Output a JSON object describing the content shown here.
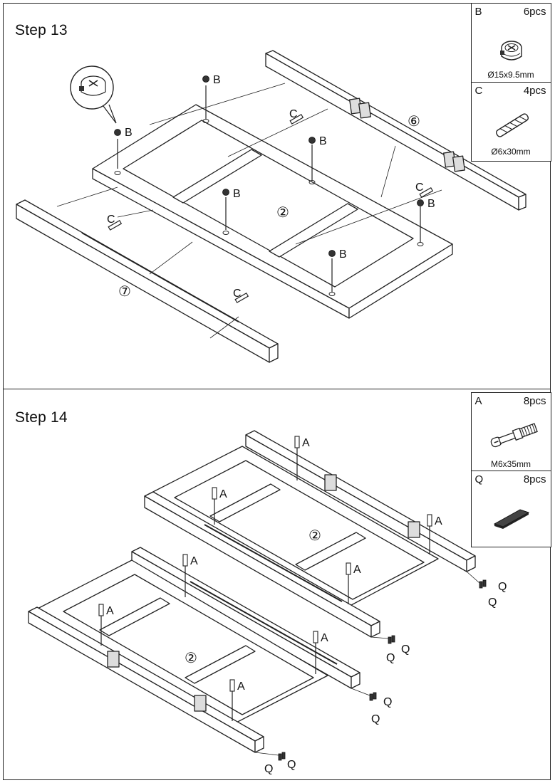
{
  "step13": {
    "title": "Step 13",
    "parts": [
      {
        "letter": "B",
        "qty": "6pcs",
        "size": "Ø15x9.5mm",
        "icon": "cam-lock-icon"
      },
      {
        "letter": "C",
        "qty": "4pcs",
        "size": "Ø6x30mm",
        "icon": "wooden-dowel-icon"
      }
    ],
    "labels": {
      "cam": "B",
      "dowel": "C",
      "board_top": "⑥",
      "frame": "②",
      "board_bottom": "⑦"
    }
  },
  "step14": {
    "title": "Step 14",
    "parts": [
      {
        "letter": "A",
        "qty": "8pcs",
        "size": "M6x35mm",
        "icon": "cam-bolt-icon"
      },
      {
        "letter": "Q",
        "qty": "8pcs",
        "size": "",
        "icon": "felt-pad-icon"
      }
    ],
    "labels": {
      "bolt": "A",
      "pad": "Q",
      "frame": "②"
    }
  }
}
